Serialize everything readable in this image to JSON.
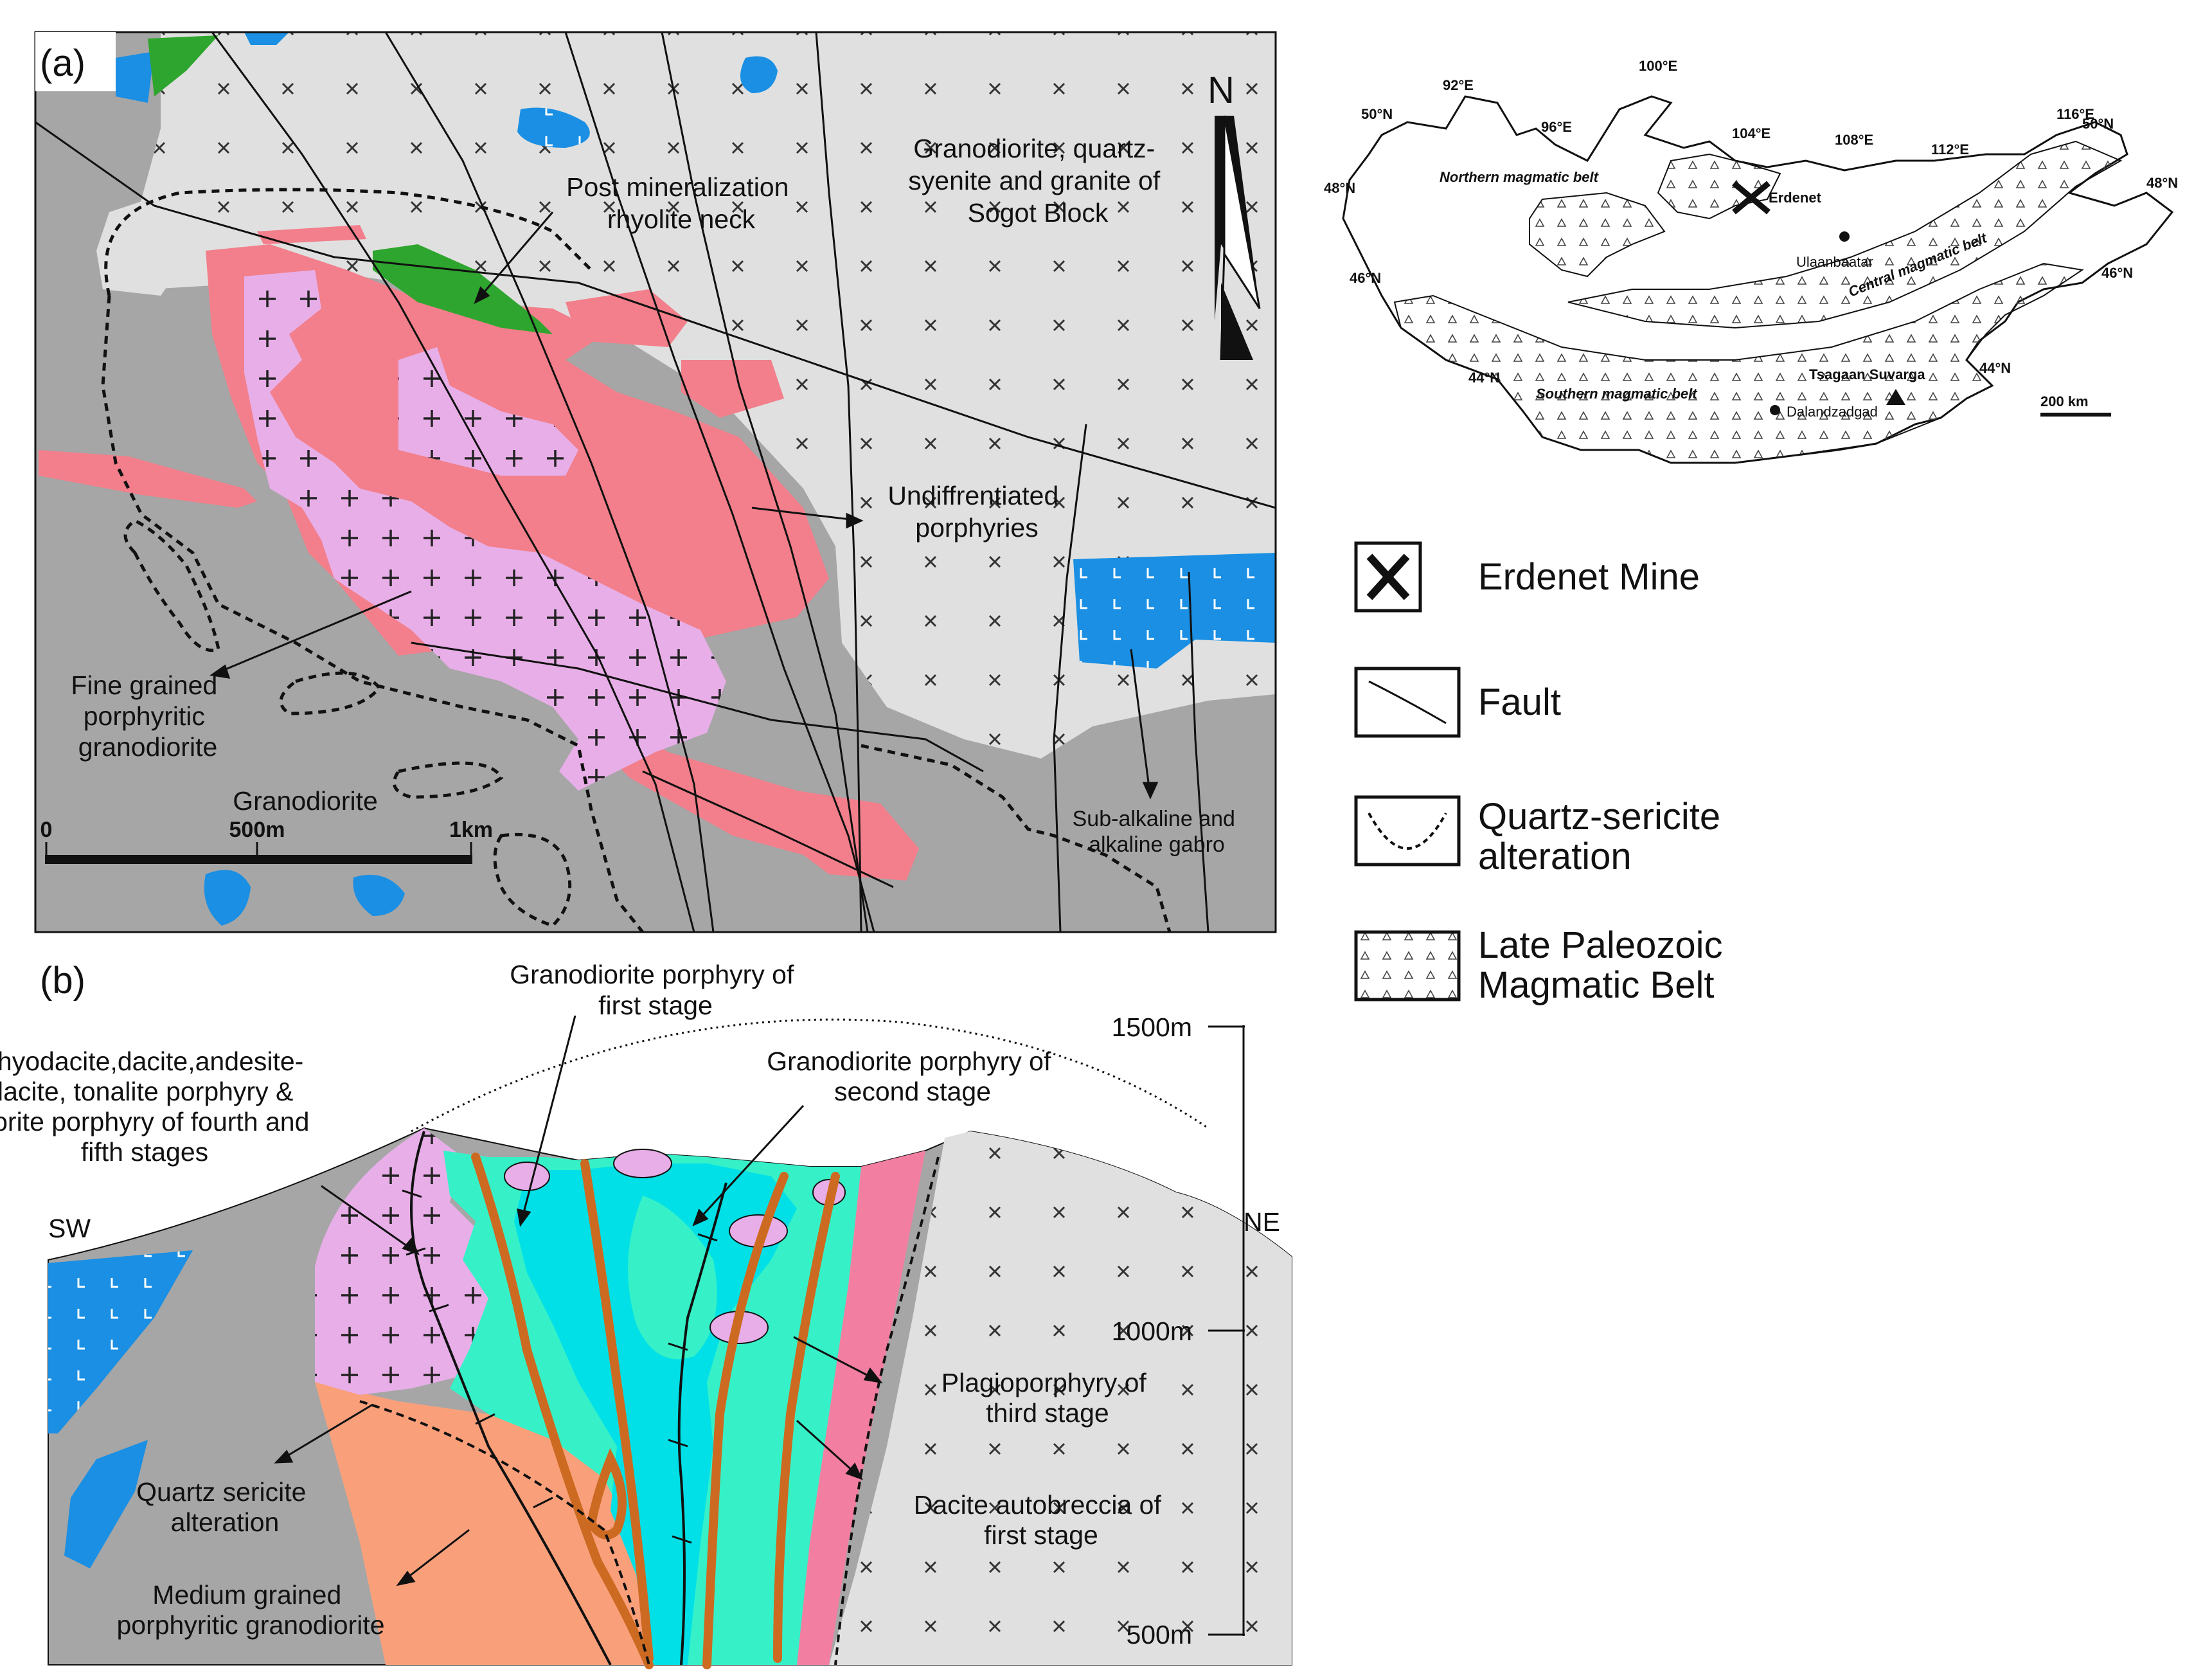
{
  "panel_a": {
    "label": "(a)",
    "north": "N",
    "labels": {
      "rhyolite": [
        "Post mineralization",
        "rhyolite neck"
      ],
      "sogot": [
        "Granodiorite, quartz-",
        "syenite and granite of",
        "Sogot Block"
      ],
      "porphyries": [
        "Undiffrentiated",
        "porphyries"
      ],
      "fine_grained": [
        "Fine grained",
        "porphyritic",
        "granodiorite"
      ],
      "granodiorite": "Granodiorite",
      "gabbro": [
        "Sub-alkaline and",
        "alkaline gabro"
      ]
    },
    "scale": [
      "0",
      "500m",
      "1km"
    ]
  },
  "inset": {
    "lat_labels": [
      "50°N",
      "48°N",
      "46°N",
      "44°N",
      "50°N",
      "48°N",
      "46°N",
      "44°N"
    ],
    "lon_labels": [
      "92°E",
      "96°E",
      "100°E",
      "104°E",
      "108°E",
      "112°E",
      "116°E"
    ],
    "belts": [
      "Northern magmatic belt",
      "Central magmatic belt",
      "Southern magmatic belt"
    ],
    "places": [
      "Erdenet",
      "Ulaanbaatar",
      "Tsagaan Suvarga",
      "Dalandzadgad"
    ],
    "scale": "200 km"
  },
  "legend": [
    {
      "lines": [
        "Erdenet Mine"
      ],
      "icon": "pickaxe-icon"
    },
    {
      "lines": [
        "Fault"
      ],
      "icon": "fault-line-icon"
    },
    {
      "lines": [
        "Quartz-sericite",
        "alteration"
      ],
      "icon": "dashed-arc-icon"
    },
    {
      "lines": [
        "Late Paleozoic",
        "Magmatic Belt"
      ],
      "icon": "triangle-pattern-icon"
    }
  ],
  "panel_b": {
    "label": "(b)",
    "sw": "SW",
    "ne": "NE",
    "elevations": [
      "1500m",
      "1000m",
      "500m"
    ],
    "labels": {
      "first_stage": [
        "Granodiorite porphyry of",
        "first stage"
      ],
      "fourth_fifth": [
        "Rhyodacite,dacite,andesite-",
        "dacite, tonalite porphyry &",
        "diorite porphyry of fourth and",
        "fifth stages"
      ],
      "second_stage": [
        "Granodiorite porphyry of",
        "second stage"
      ],
      "third_stage": [
        "Plagioporphyry of",
        "third stage"
      ],
      "autobreccia": [
        "Dacite autobreccia of",
        "first stage"
      ],
      "alteration": [
        "Quartz sericite",
        "alteration"
      ],
      "medium": [
        "Medium grained",
        "porphyritic granodiorite"
      ]
    }
  },
  "colors": {
    "granodiorite": "#a6a6a6",
    "sogot": "#e0e0e0",
    "porphyry": "#f27f8b",
    "rhyodacite": "#e8aee8",
    "rhyolite": "#2ea52e",
    "gabbro": "#1a8fe3",
    "medium": "#f9a07b",
    "cyan": "#00e0e6",
    "aqua": "#36f1c8",
    "dike": "#cc6a22",
    "plagio": "#f27fa2"
  }
}
